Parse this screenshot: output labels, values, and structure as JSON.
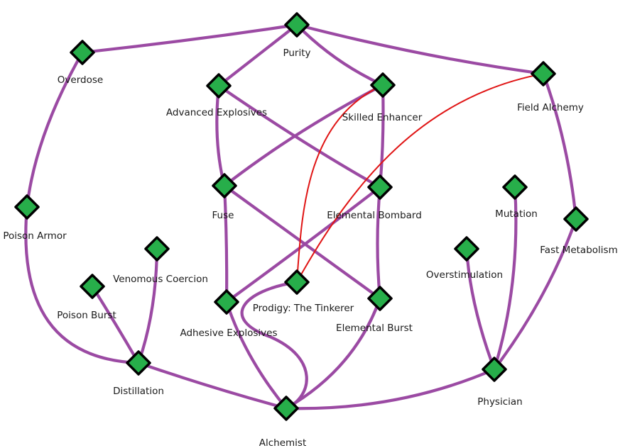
{
  "colors": {
    "edge": "#9b4aa3",
    "requirement": "#e01515",
    "node_fill": "#27ae4a",
    "node_stroke": "#000000",
    "background": "#ffffff"
  },
  "nodes": [
    {
      "id": "purity",
      "label": "Purity"
    },
    {
      "id": "overdose",
      "label": "Overdose"
    },
    {
      "id": "advanced-explosives",
      "label": "Advanced Explosives"
    },
    {
      "id": "skilled-enhancer",
      "label": "Skilled Enhancer"
    },
    {
      "id": "field-alchemy",
      "label": "Field Alchemy"
    },
    {
      "id": "fuse",
      "label": "Fuse"
    },
    {
      "id": "elemental-bombard",
      "label": "Elemental Bombard"
    },
    {
      "id": "mutation",
      "label": "Mutation"
    },
    {
      "id": "poison-armor",
      "label": "Poison Armor"
    },
    {
      "id": "fast-metabolism",
      "label": "Fast Metabolism"
    },
    {
      "id": "venomous-coercion",
      "label": "Venomous Coercion"
    },
    {
      "id": "overstimulation",
      "label": "Overstimulation"
    },
    {
      "id": "poison-burst",
      "label": "Poison Burst"
    },
    {
      "id": "prodigy",
      "label": "Prodigy: The Tinkerer"
    },
    {
      "id": "adhesive-explosives",
      "label": "Adhesive Explosives"
    },
    {
      "id": "elemental-burst",
      "label": "Elemental Burst"
    },
    {
      "id": "distillation",
      "label": "Distillation"
    },
    {
      "id": "physician",
      "label": "Physician"
    },
    {
      "id": "alchemist",
      "label": "Alchemist"
    }
  ],
  "edges": [
    [
      "overdose",
      "purity"
    ],
    [
      "purity",
      "field-alchemy"
    ],
    [
      "purity",
      "advanced-explosives"
    ],
    [
      "purity",
      "skilled-enhancer"
    ],
    [
      "overdose",
      "poison-armor"
    ],
    [
      "poison-armor",
      "distillation"
    ],
    [
      "advanced-explosives",
      "fuse"
    ],
    [
      "advanced-explosives",
      "elemental-bombard"
    ],
    [
      "skilled-enhancer",
      "fuse"
    ],
    [
      "skilled-enhancer",
      "elemental-bombard"
    ],
    [
      "field-alchemy",
      "fast-metabolism"
    ],
    [
      "fuse",
      "adhesive-explosives"
    ],
    [
      "fuse",
      "elemental-burst"
    ],
    [
      "elemental-bombard",
      "adhesive-explosives"
    ],
    [
      "elemental-bombard",
      "elemental-burst"
    ],
    [
      "venomous-coercion",
      "distillation"
    ],
    [
      "poison-burst",
      "distillation"
    ],
    [
      "distillation",
      "alchemist"
    ],
    [
      "adhesive-explosives",
      "alchemist"
    ],
    [
      "elemental-burst",
      "alchemist"
    ],
    [
      "prodigy",
      "alchemist"
    ],
    [
      "alchemist",
      "physician"
    ],
    [
      "overstimulation",
      "physician"
    ],
    [
      "mutation",
      "physician"
    ],
    [
      "fast-metabolism",
      "physician"
    ]
  ],
  "requirements": [
    [
      "prodigy",
      "skilled-enhancer"
    ],
    [
      "prodigy",
      "field-alchemy"
    ]
  ]
}
